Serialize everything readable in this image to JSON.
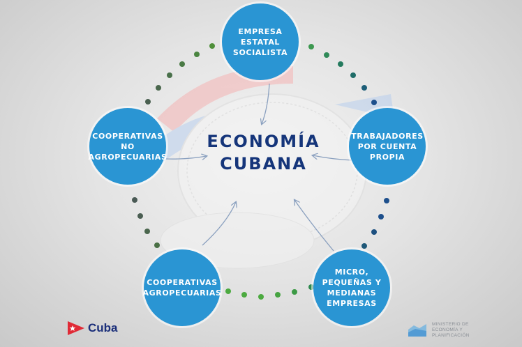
{
  "diagram": {
    "center": {
      "label": "ECONOMÍA\nCUBANA"
    },
    "nodes": [
      {
        "id": "empresa-estatal",
        "label": "EMPRESA\nESTATAL\nSOCIALISTA",
        "position": "top"
      },
      {
        "id": "trabajadores",
        "label": "TRABAJADORES\nPOR CUENTA\nPROPIA",
        "position": "right"
      },
      {
        "id": "mipymes",
        "label": "MICRO,\nPEQUEÑAS Y\nMEDIANAS\nEMPRESAS",
        "position": "bottom-right"
      },
      {
        "id": "coop-agro",
        "label": "COOPERATIVAS\nAGROPECUARIAS",
        "position": "bottom-left"
      },
      {
        "id": "coop-no-agro",
        "label": "COOPERATIVAS\nNO\nAGROPECUARIAS",
        "position": "left"
      }
    ],
    "edges": "all nodes point to center",
    "colors": {
      "node_fill": "#2a95d3",
      "center_text": "#15357a",
      "dot_green": "#4a9b3a",
      "dot_teal": "#1f7a6a",
      "dot_blue": "#1d4f8c",
      "arrow": "#8aa0bf"
    }
  },
  "footer": {
    "left_logo": {
      "icon": "cuba-flag-triangle-icon",
      "label": "Cuba"
    },
    "right_logo": {
      "icon": "ministry-logo-icon",
      "label": "MINISTERIO DE\nECONOMÍA Y\nPLANIFICACIÓN"
    }
  }
}
